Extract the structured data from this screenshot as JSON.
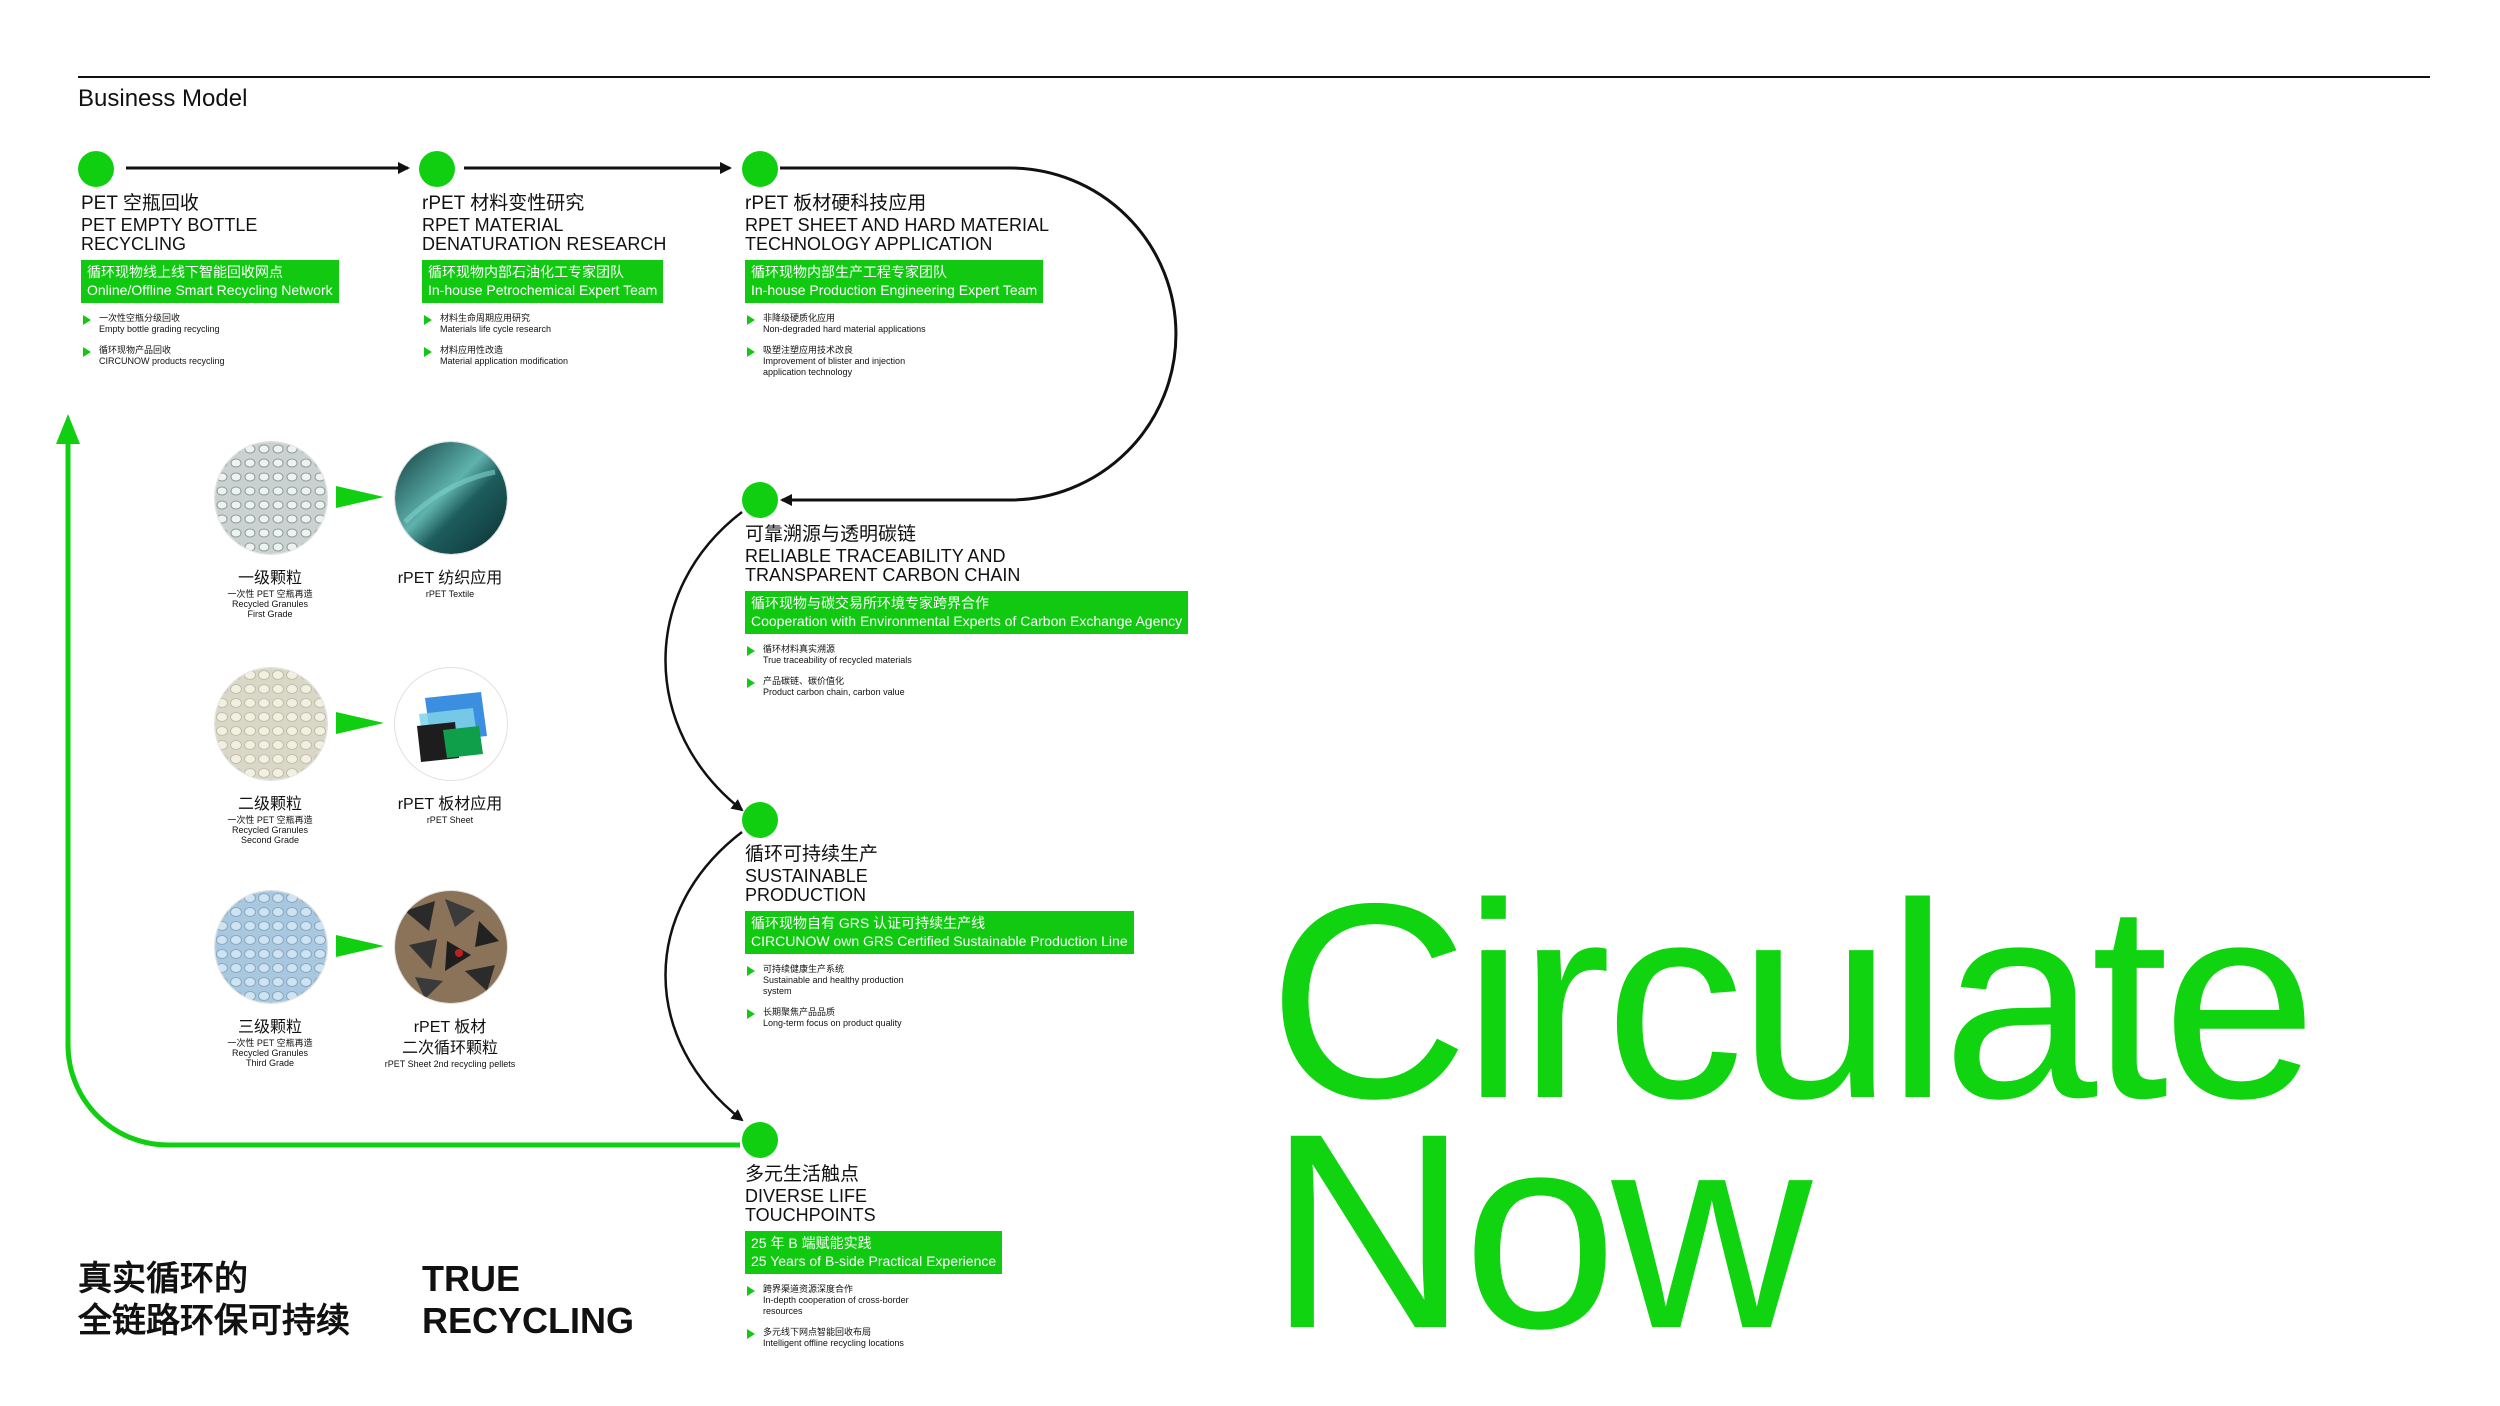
{
  "header": {
    "title": "Business Model"
  },
  "colors": {
    "accent": "#10cf10",
    "ink": "#111111"
  },
  "stages": [
    {
      "zh": "PET 空瓶回收",
      "en1": "PET EMPTY BOTTLE",
      "en2": "RECYCLING",
      "tag_zh": "循环现物线上线下智能回收网点",
      "tag_en": "Online/Offline Smart Recycling Network",
      "bullets": [
        {
          "zh": "一次性空瓶分级回收",
          "en": "Empty bottle grading recycling"
        },
        {
          "zh": "循环现物产品回收",
          "en": "CIRCUNOW products recycling"
        }
      ]
    },
    {
      "zh": "rPET 材料变性研究",
      "en1": "RPET MATERIAL",
      "en2": "DENATURATION RESEARCH",
      "tag_zh": "循环现物内部石油化工专家团队",
      "tag_en": "In-house Petrochemical Expert Team",
      "bullets": [
        {
          "zh": "材料生命周期应用研究",
          "en": "Materials life cycle research"
        },
        {
          "zh": "材料应用性改造",
          "en": "Material application modification"
        }
      ]
    },
    {
      "zh": "rPET 板材硬科技应用",
      "en1": "RPET SHEET AND HARD MATERIAL",
      "en2": "TECHNOLOGY APPLICATION",
      "tag_zh": "循环现物内部生产工程专家团队",
      "tag_en": "In-house Production Engineering Expert Team",
      "bullets": [
        {
          "zh": "非降级硬质化应用",
          "en": "Non-degraded hard material applications"
        },
        {
          "zh": "吸塑注塑应用技术改良",
          "en": "Improvement of blister and injection application technology"
        }
      ]
    },
    {
      "zh": "可靠溯源与透明碳链",
      "en1": "RELIABLE TRACEABILITY AND",
      "en2": "TRANSPARENT CARBON CHAIN",
      "tag_zh": "循环现物与碳交易所环境专家跨界合作",
      "tag_en": "Cooperation with Environmental Experts of Carbon Exchange Agency",
      "bullets": [
        {
          "zh": "循环材料真实溯源",
          "en": "True traceability of recycled materials"
        },
        {
          "zh": "产品碳链、碳价值化",
          "en": "Product carbon chain, carbon value"
        }
      ]
    },
    {
      "zh": "循环可持续生产",
      "en1": "SUSTAINABLE",
      "en2": "PRODUCTION",
      "tag_zh": "循环现物自有 GRS 认证可持续生产线",
      "tag_en": "CIRCUNOW own GRS Certified Sustainable Production Line",
      "bullets": [
        {
          "zh": "可持续健康生产系统",
          "en": "Sustainable and healthy production system"
        },
        {
          "zh": "长期聚焦产品品质",
          "en": "Long-term focus on product quality"
        }
      ]
    },
    {
      "zh": "多元生活触点",
      "en1": "DIVERSE LIFE",
      "en2": "TOUCHPOINTS",
      "tag_zh": "25 年 B 端赋能实践",
      "tag_en": "25 Years of B-side Practical Experience",
      "bullets": [
        {
          "zh": "跨界渠道资源深度合作",
          "en": "In-depth cooperation of cross-border resources"
        },
        {
          "zh": "多元线下网点智能回收布局",
          "en": "Intelligent offline recycling locations"
        }
      ]
    }
  ],
  "materials": [
    {
      "left": {
        "zh": "一级颗粒",
        "s1": "一次性 PET 空瓶再造",
        "s2": "Recycled Granules",
        "s3": "First Grade"
      },
      "right": {
        "zh": "rPET 纺织应用",
        "s1": "rPET Textile"
      }
    },
    {
      "left": {
        "zh": "二级颗粒",
        "s1": "一次性 PET 空瓶再造",
        "s2": "Recycled Granules",
        "s3": "Second Grade"
      },
      "right": {
        "zh": "rPET 板材应用",
        "s1": "rPET Sheet"
      }
    },
    {
      "left": {
        "zh": "三级颗粒",
        "s1": "一次性 PET 空瓶再造",
        "s2": "Recycled Granules",
        "s3": "Third Grade"
      },
      "right": {
        "zh": "rPET 板材",
        "zh2": "二次循环颗粒",
        "s1": "rPET Sheet 2nd recycling pellets"
      }
    }
  ],
  "slogan": {
    "zh1": "真实循环的",
    "zh2": "全链路环保可持续",
    "en1": "TRUE",
    "en2": "RECYCLING"
  },
  "hero": {
    "line1": "Circulate",
    "line2": "Now"
  }
}
